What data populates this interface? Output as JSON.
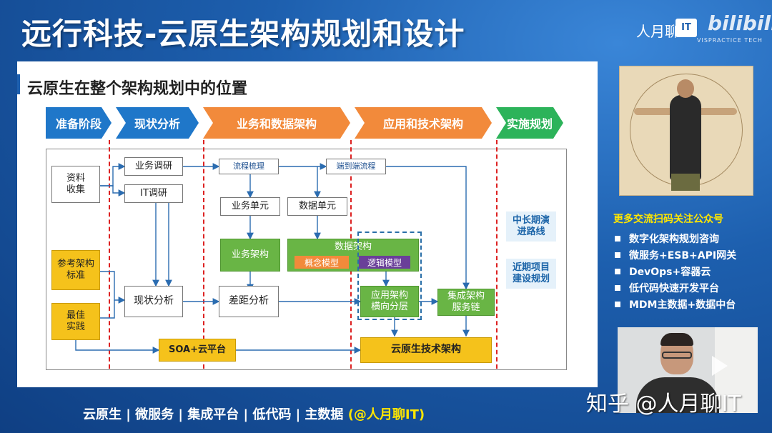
{
  "header": {
    "title": "远行科技-云原生架构规划和设计",
    "brand_text": "人月聊",
    "brand_logo": "IT",
    "brand_sub": "VISPRACTICE TECH",
    "bilibili": "bilibili"
  },
  "panel": {
    "title": "云原生在整个架构规划中的位置"
  },
  "phases": [
    {
      "label": "准备阶段",
      "color": "#1f77c9"
    },
    {
      "label": "现状分析",
      "color": "#1f77c9"
    },
    {
      "label": "业务和数据架构",
      "color": "#f28a3b"
    },
    {
      "label": "应用和技术架构",
      "color": "#f28a3b"
    },
    {
      "label": "实施规划",
      "color": "#2cb35a"
    }
  ],
  "diagram": {
    "ziliao": "资料\n收集",
    "cankao": "参考架构\n标准",
    "zuijia": "最佳\n实践",
    "yewu_diaoyan": "业务调研",
    "it_diaoyan": "IT调研",
    "xianzhuang": "现状分析",
    "liucheng": "流程梳理",
    "duandaoduan": "端到端流程",
    "yewu_danyuan": "业务单元",
    "shuju_danyuan": "数据单元",
    "yewu_jiagou": "业务架构",
    "shuju_jiagou": "数据架构",
    "gainian": "概念模型",
    "luoji": "逻辑模型",
    "chaju": "差距分析",
    "yingyong_fenceng": "应用架构\n横向分层",
    "jicheng": "集成架构\n服务链",
    "soa": "SOA+云平台",
    "yunyuansheng": "云原生技术架构",
    "zhongchang": "中长期演\n进路线",
    "jinqi": "近期项目\n建设规划"
  },
  "sidebar": {
    "follow_title": "更多交流扫码关注公众号",
    "items": [
      "数字化架构规划咨询",
      "微服务+ESB+API网关",
      "DevOps+容器云",
      "低代码快速开发平台",
      "MDM主数据+数据中台"
    ]
  },
  "video": {
    "watermark": "知乎 @人月聊IT"
  },
  "footer": {
    "text": "云原生 | 微服务 | 集成平台 | 低代码 | 主数据 ",
    "accent": "(@人月聊IT)"
  },
  "colors": {
    "slide_bg": "#1d5fae",
    "phase_blue": "#1f77c9",
    "phase_orange": "#f28a3b",
    "phase_green": "#2cb35a",
    "yellow_box": "#f5c21b",
    "green_box": "#69b545",
    "dashed_divider": "#dd2222",
    "highlight_yellow": "#ffe600"
  }
}
